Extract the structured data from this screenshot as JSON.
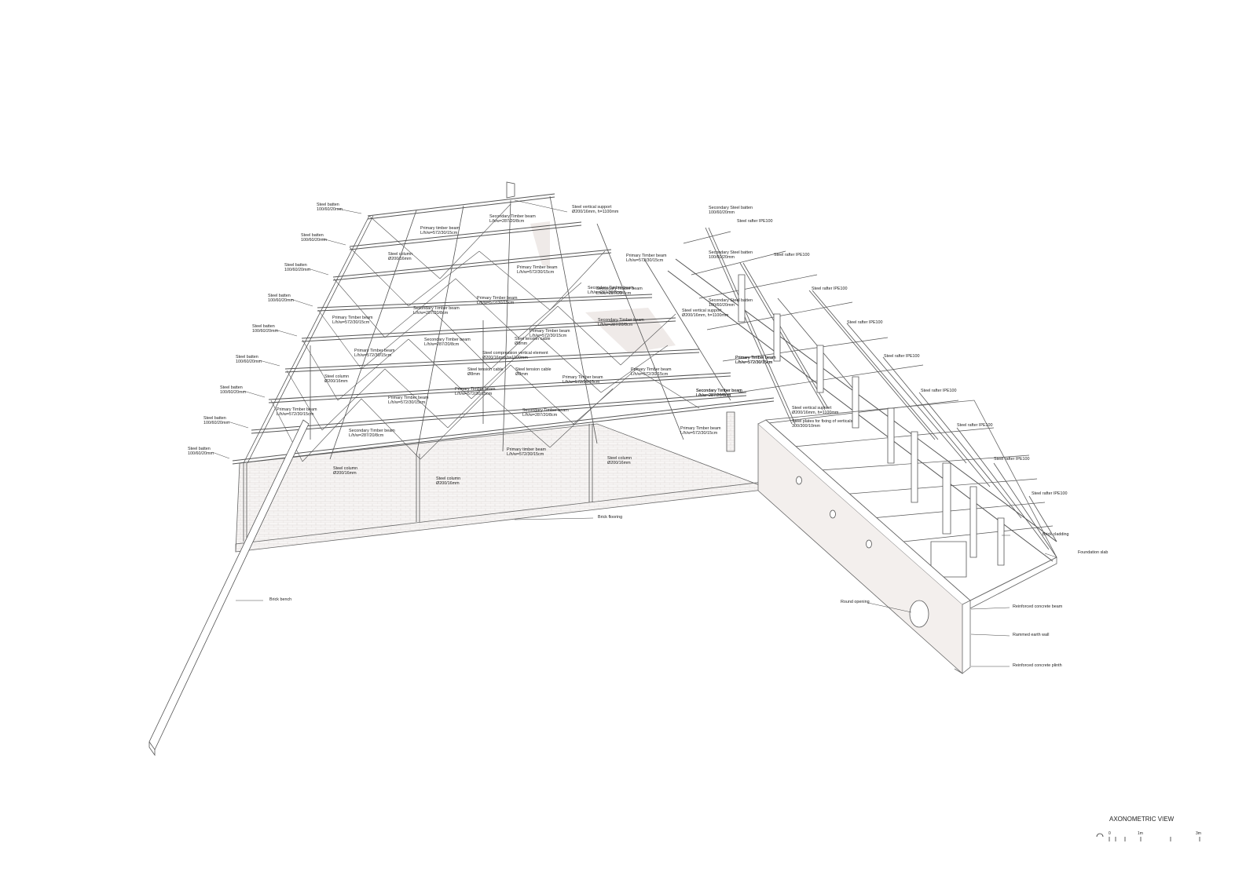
{
  "title": "AXONOMETRIC VIEW",
  "scale_bar": {
    "labels": [
      "0",
      "1m",
      "3m"
    ]
  },
  "colors": {
    "line": "#555555",
    "brick": "#e8e2df",
    "label": "#222222"
  },
  "labels": [
    {
      "id": "steel-batten-1",
      "lines": [
        "Steel batten",
        "100/60/20mm"
      ]
    },
    {
      "id": "steel-batten-2",
      "lines": [
        "Steel batten",
        "100/60/20mm"
      ]
    },
    {
      "id": "steel-batten-3",
      "lines": [
        "Steel batten",
        "100/60/20mm"
      ]
    },
    {
      "id": "steel-batten-4",
      "lines": [
        "Steel batten",
        "100/60/20mm"
      ]
    },
    {
      "id": "steel-batten-5",
      "lines": [
        "Steel batten",
        "100/60/20mm"
      ]
    },
    {
      "id": "steel-batten-6",
      "lines": [
        "Steel batten",
        "100/60/20mm"
      ]
    },
    {
      "id": "steel-batten-7",
      "lines": [
        "Steel batten",
        "100/60/20mm"
      ]
    },
    {
      "id": "steel-batten-8",
      "lines": [
        "Steel batten",
        "100/60/20mm"
      ]
    },
    {
      "id": "steel-batten-9",
      "lines": [
        "Steel batten",
        "100/60/20mm"
      ]
    },
    {
      "id": "secondary-timber-beam-1",
      "lines": [
        "Secondary Timber beam",
        "L/h/w=287/20/8cm"
      ]
    },
    {
      "id": "primary-timber-beam-1",
      "lines": [
        "Primary timber beam",
        "L/h/w=572/30/15cm"
      ]
    },
    {
      "id": "steel-vertical-support-1",
      "lines": [
        "Steel vertical support",
        "Ø200/16mm, h=1100mm"
      ]
    },
    {
      "id": "steel-column-1",
      "lines": [
        "Steel column",
        "Ø200/16mm"
      ]
    },
    {
      "id": "primary-timber-beam-2",
      "lines": [
        "Primary Timber beam",
        "L/h/w=572/30/15cm"
      ]
    },
    {
      "id": "primary-timber-beam-3",
      "lines": [
        "Primary Timber beam",
        "L/h/w=572/30/15cm"
      ]
    },
    {
      "id": "secondary-timber-beam-2",
      "lines": [
        "Secondary Timber beam",
        "L/h/w=287/20/8cm"
      ]
    },
    {
      "id": "primary-timber-beam-4",
      "lines": [
        "Primary Timber beam",
        "L/h/w=572/30/15cm"
      ]
    },
    {
      "id": "secondary-timber-beam-3",
      "lines": [
        "Secondary Timber beam",
        "L/h/w=287/20/8cm"
      ]
    },
    {
      "id": "primary-timber-beam-5",
      "lines": [
        "Primary Timber beam",
        "L/h/w=572/30/15cm"
      ]
    },
    {
      "id": "secondary-timber-beam-4",
      "lines": [
        "Secondary Timber beam",
        "L/h/w=287/20/8cm"
      ]
    },
    {
      "id": "primary-timber-beam-6",
      "lines": [
        "Primary Timber beam",
        "L/h/w=572/30/15cm"
      ]
    },
    {
      "id": "steel-tension-cable-1",
      "lines": [
        "Steel tension cable",
        "Ø8mm"
      ]
    },
    {
      "id": "secondary-timber-beam-5",
      "lines": [
        "Secondary Timber beam",
        "L/h/w=287/20/8cm"
      ]
    },
    {
      "id": "primary-timber-beam-7",
      "lines": [
        "Primary Timber beam",
        "L/h/w=572/30/15cm"
      ]
    },
    {
      "id": "steel-compression-element",
      "lines": [
        "Steel compression vertical element",
        "Ø200/16mm,h=1100mm"
      ]
    },
    {
      "id": "steel-column-2",
      "lines": [
        "Steel column",
        "Ø200/16mm"
      ]
    },
    {
      "id": "steel-tension-cable-2",
      "lines": [
        "Steel tension cable",
        "Ø8mm"
      ]
    },
    {
      "id": "steel-tension-cable-3",
      "lines": [
        "Steel tension cable",
        "Ø8mm"
      ]
    },
    {
      "id": "primary-timber-beam-8",
      "lines": [
        "Primary Timber beam",
        "L/h/w=572/30/15cm"
      ]
    },
    {
      "id": "primary-timber-beam-9",
      "lines": [
        "Primary Timber beam",
        "L/h/w=572/30/15cm"
      ]
    },
    {
      "id": "primary-timber-beam-10",
      "lines": [
        "Primary Timber beam",
        "L/h/w=572/30/15cm"
      ]
    },
    {
      "id": "primary-timber-beam-11",
      "lines": [
        "Primary Timber beam",
        "L/h/w=572/30/15cm"
      ]
    },
    {
      "id": "secondary-timber-beam-6",
      "lines": [
        "Secondary Timber beam",
        "L/h/w=287/20/8cm"
      ]
    },
    {
      "id": "primary-timber-beam-12",
      "lines": [
        "Primary Timber beam",
        "L/h/w=572/30/15cm"
      ]
    },
    {
      "id": "secondary-timber-beam-7",
      "lines": [
        "Secondary Timber beam",
        "L/h/w=287/20/8cm"
      ]
    },
    {
      "id": "primary-timber-beam-13",
      "lines": [
        "Primary Timber beam",
        "L/h/w=572/30/15cm"
      ]
    },
    {
      "id": "primary-timber-beam-14",
      "lines": [
        "Primary timber beam",
        "L/h/w=572/30/15cm"
      ]
    },
    {
      "id": "steel-column-3",
      "lines": [
        "Steel column",
        "Ø200/16mm"
      ]
    },
    {
      "id": "steel-column-4",
      "lines": [
        "Steel column",
        "Ø200/16mm"
      ]
    },
    {
      "id": "steel-column-5",
      "lines": [
        "Steel column",
        "Ø200/16mm"
      ]
    },
    {
      "id": "brick-flooring",
      "lines": [
        "Brick flooring"
      ]
    },
    {
      "id": "brick-bench",
      "lines": [
        "Brick bench"
      ]
    },
    {
      "id": "secondary-steel-batten-1",
      "lines": [
        "Secondary Steel batten",
        "100/60/20mm"
      ]
    },
    {
      "id": "steel-rafter-1",
      "lines": [
        "Steel rafter IPE100"
      ]
    },
    {
      "id": "secondary-steel-batten-2",
      "lines": [
        "Secondary Steel batten",
        "100/60/20mm"
      ]
    },
    {
      "id": "steel-rafter-2",
      "lines": [
        "Steel rafter IPE100"
      ]
    },
    {
      "id": "primary-timber-beam-15",
      "lines": [
        "Primary Timber beam",
        "L/h/w=572/30/15cm"
      ]
    },
    {
      "id": "steel-rafter-3",
      "lines": [
        "Steel rafter IPE100"
      ]
    },
    {
      "id": "secondary-timber-beam-8",
      "lines": [
        "Secondary Timber beam",
        "L/h/w=287/20/8cm"
      ]
    },
    {
      "id": "secondary-steel-batten-3",
      "lines": [
        "Secondary Steel batten",
        "100/60/20mm"
      ]
    },
    {
      "id": "steel-vertical-support-2",
      "lines": [
        "Steel vertical support",
        "Ø200/16mm, h=1100mm"
      ]
    },
    {
      "id": "secondary-timber-beam-9",
      "lines": [
        "Secondary Timber beam",
        "L/h/w=287/20/8cm"
      ]
    },
    {
      "id": "steel-rafter-4",
      "lines": [
        "Steel rafter IPE100"
      ]
    },
    {
      "id": "primary-timber-beam-16",
      "lines": [
        "Primary Timber beam",
        "L/h/w=572/30/15cm"
      ]
    },
    {
      "id": "steel-rafter-5",
      "lines": [
        "Steel rafter IPE100"
      ]
    },
    {
      "id": "secondary-timber-beam-10",
      "lines": [
        "Secondary Timber beam",
        "L/h/w=287/20/8cm"
      ]
    },
    {
      "id": "steel-rafter-6",
      "lines": [
        "Steel rafter IPE100"
      ]
    },
    {
      "id": "steel-vertical-support-3",
      "lines": [
        "Steel vertical support",
        "Ø200/16mm, h=1100mm"
      ]
    },
    {
      "id": "steel-plates",
      "lines": [
        "Steel plates for fixing of verticals",
        "300/300/10mm"
      ]
    },
    {
      "id": "steel-rafter-7",
      "lines": [
        "Steel rafter IPE100"
      ]
    },
    {
      "id": "steel-rafter-8",
      "lines": [
        "Steel rafter IPE100"
      ]
    },
    {
      "id": "steel-rafter-9",
      "lines": [
        "Steel rafter IPE100"
      ]
    },
    {
      "id": "brick-cladding",
      "lines": [
        "Brick cladding"
      ]
    },
    {
      "id": "foundation-slab",
      "lines": [
        "Foundation slab"
      ]
    },
    {
      "id": "round-opening",
      "lines": [
        "Round opening"
      ]
    },
    {
      "id": "reinforced-concrete-beam",
      "lines": [
        "Reinforced concrete beam"
      ]
    },
    {
      "id": "rammed-earth-wall",
      "lines": [
        "Rammed earth wall"
      ]
    },
    {
      "id": "reinforced-concrete-plinth",
      "lines": [
        "Reinforced concrete plinth"
      ]
    }
  ]
}
